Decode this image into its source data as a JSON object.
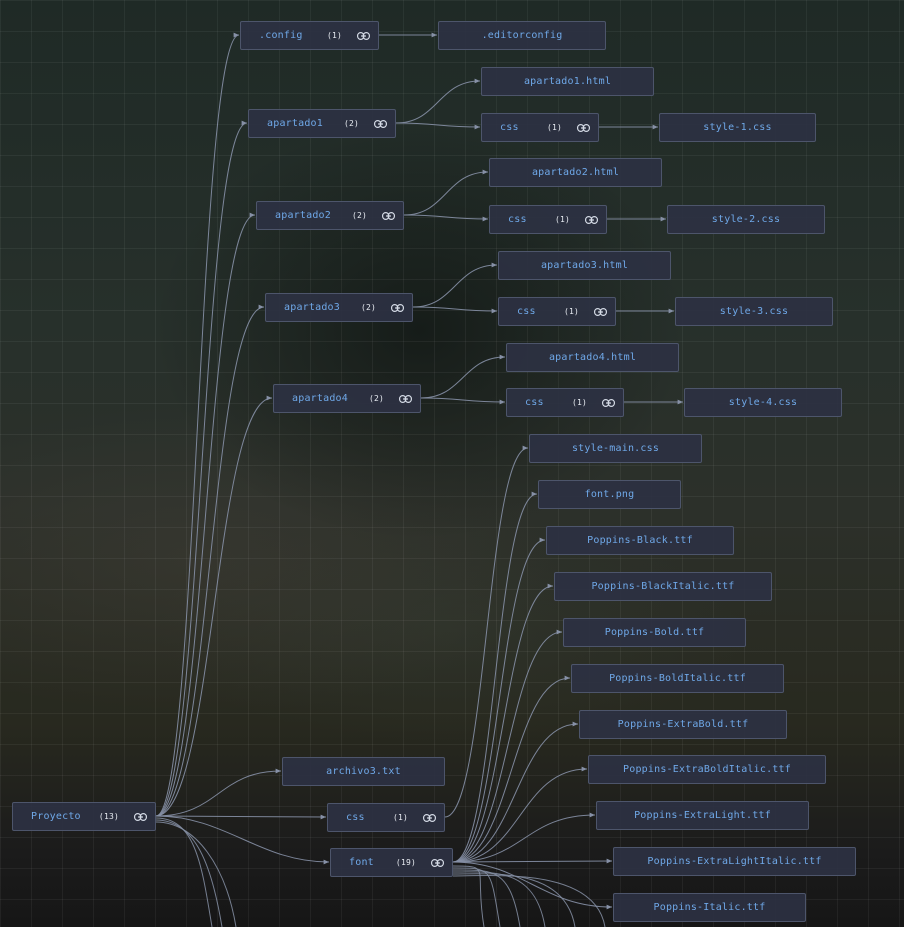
{
  "colors": {
    "wire": "#8690a6",
    "node_bg": "#2c3142",
    "node_border": "#4d556b",
    "name": "#6fa8e8",
    "count": "#e8ecf2"
  },
  "icons": {
    "folder_link": "link-icon"
  },
  "tree": {
    "name": "Proyecto",
    "count": "(13)",
    "children": [
      {
        "name": ".config",
        "count": "(1)",
        "children": [
          {
            "name": ".editorconfig"
          }
        ]
      },
      {
        "name": "apartado1",
        "count": "(2)",
        "children": [
          {
            "name": "apartado1.html"
          },
          {
            "name": "css",
            "count": "(1)",
            "children": [
              {
                "name": "style-1.css"
              }
            ]
          }
        ]
      },
      {
        "name": "apartado2",
        "count": "(2)",
        "children": [
          {
            "name": "apartado2.html"
          },
          {
            "name": "css",
            "count": "(1)",
            "children": [
              {
                "name": "style-2.css"
              }
            ]
          }
        ]
      },
      {
        "name": "apartado3",
        "count": "(2)",
        "children": [
          {
            "name": "apartado3.html"
          },
          {
            "name": "css",
            "count": "(1)",
            "children": [
              {
                "name": "style-3.css"
              }
            ]
          }
        ]
      },
      {
        "name": "apartado4",
        "count": "(2)",
        "children": [
          {
            "name": "apartado4.html"
          },
          {
            "name": "css",
            "count": "(1)",
            "children": [
              {
                "name": "style-4.css"
              }
            ]
          }
        ]
      },
      {
        "name": "archivo3.txt"
      },
      {
        "name": "css",
        "count": "(1)",
        "children": [
          {
            "name": "style-main.css"
          }
        ]
      },
      {
        "name": "font",
        "count": "(19)",
        "children": [
          {
            "name": "font.png"
          },
          {
            "name": "Poppins-Black.ttf"
          },
          {
            "name": "Poppins-BlackItalic.ttf"
          },
          {
            "name": "Poppins-Bold.ttf"
          },
          {
            "name": "Poppins-BoldItalic.ttf"
          },
          {
            "name": "Poppins-ExtraBold.ttf"
          },
          {
            "name": "Poppins-ExtraBoldItalic.ttf"
          },
          {
            "name": "Poppins-ExtraLight.ttf"
          },
          {
            "name": "Poppins-ExtraLightItalic.ttf"
          },
          {
            "name": "Poppins-Italic.ttf"
          }
        ]
      }
    ]
  }
}
